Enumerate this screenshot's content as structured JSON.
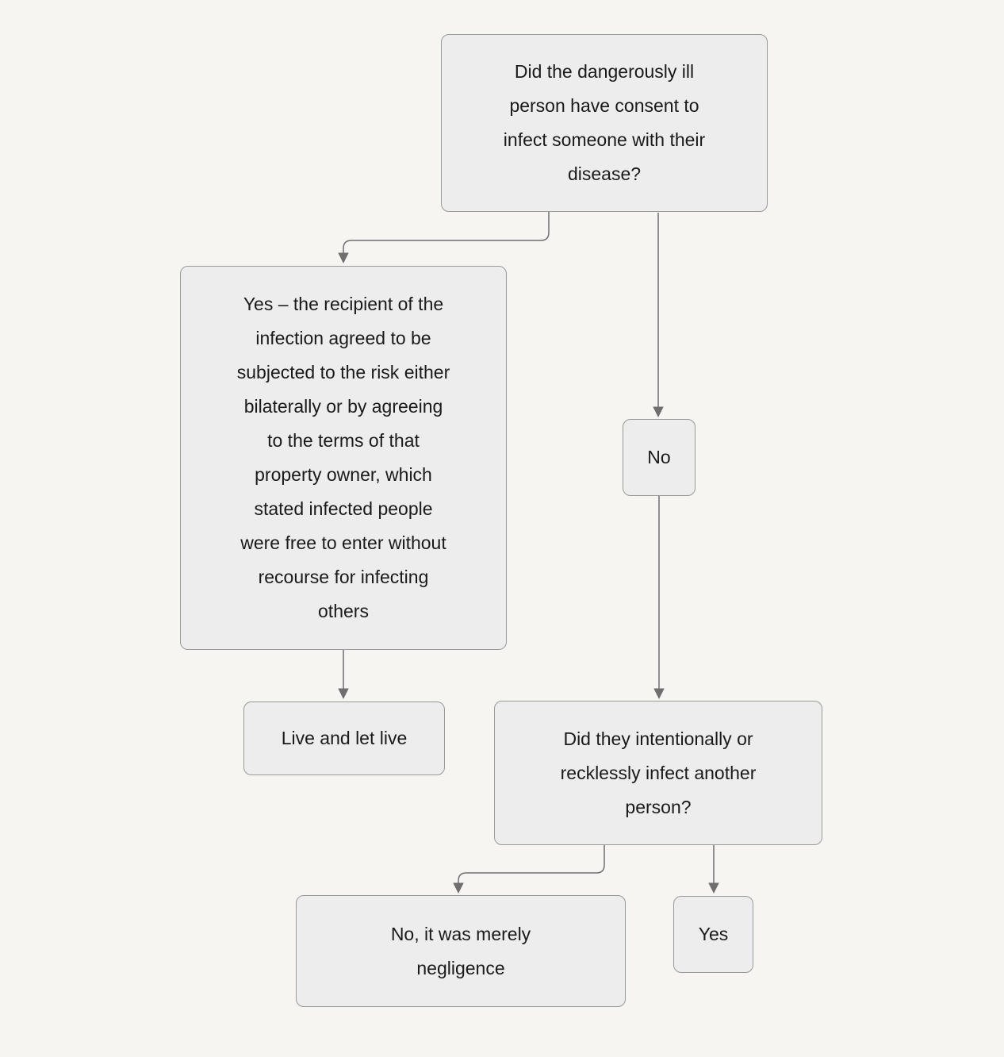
{
  "colors": {
    "bg": "#f7f5f2",
    "node_fill": "#eeeded",
    "node_border": "#999999",
    "edge": "#6f6f6f",
    "text": "#1a1a1a"
  },
  "diagram": {
    "type": "flowchart",
    "nodes": {
      "consent_question": {
        "label": "Did the dangerously ill\nperson have consent to\ninfect someone with their\ndisease?"
      },
      "consented": {
        "label": "Yes – the recipient of the\ninfection agreed to be\nsubjected to the risk either\nbilaterally or by agreeing\nto the terms of that\nproperty owner, which\nstated infected people\nwere free to enter without\nrecourse for infecting\nothers"
      },
      "live_and_let_live": {
        "label": "Live and let live"
      },
      "no": {
        "label": "No"
      },
      "intent_question": {
        "label": "Did they intentionally or\nrecklessly infect another\nperson?"
      },
      "negligence": {
        "label": "No, it was merely\nnegligence"
      },
      "yes": {
        "label": "Yes"
      }
    },
    "edges": [
      {
        "from": "consent_question",
        "to": "consented"
      },
      {
        "from": "consent_question",
        "to": "no"
      },
      {
        "from": "consented",
        "to": "live_and_let_live"
      },
      {
        "from": "no",
        "to": "intent_question"
      },
      {
        "from": "intent_question",
        "to": "negligence"
      },
      {
        "from": "intent_question",
        "to": "yes"
      }
    ]
  }
}
